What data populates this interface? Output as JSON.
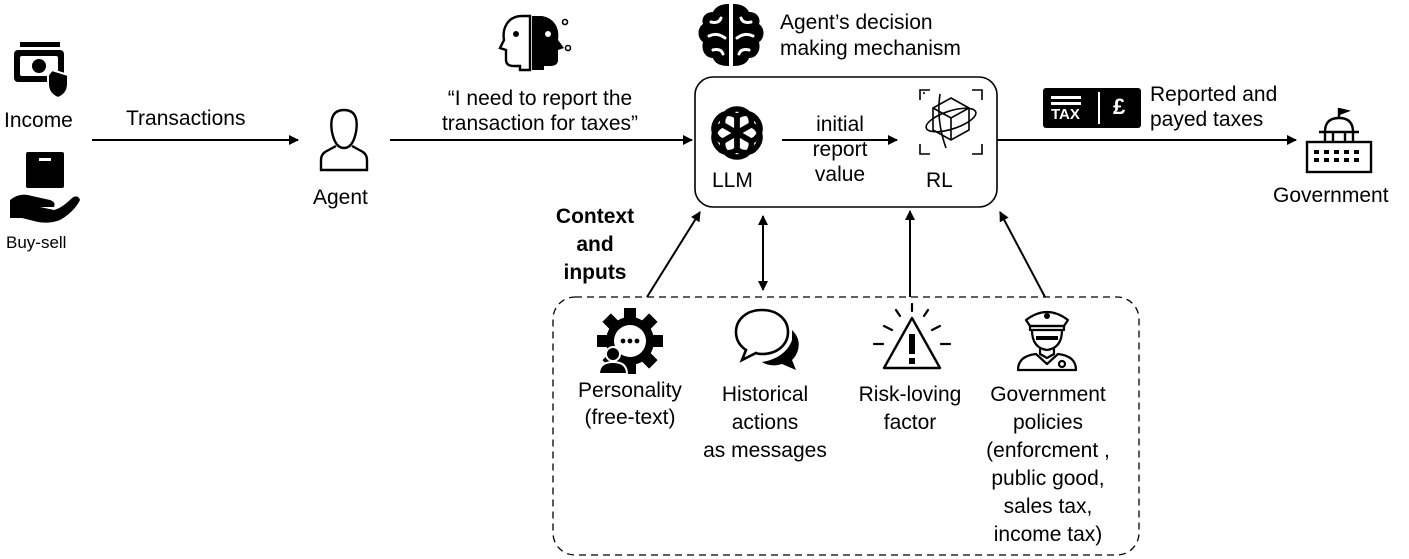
{
  "left": {
    "income_label": "Income",
    "buysell_label": "Buy-sell",
    "transactions_label": "Transactions"
  },
  "agent": {
    "label": "Agent",
    "quote_line1": "“I need to report the",
    "quote_line2": "transaction for taxes”"
  },
  "mechanism": {
    "title_line1": "Agent’s decision",
    "title_line2": "making mechanism",
    "llm_label": "LLM",
    "rl_label": "RL",
    "middle_line1": "initial",
    "middle_line2": "report",
    "middle_line3": "value"
  },
  "output": {
    "tax_badge_text": "TAX",
    "currency_symbol": "£",
    "reported_line1": "Reported and",
    "reported_line2": "payed taxes",
    "government_label": "Government"
  },
  "context": {
    "title_line1": "Context",
    "title_line2": "and",
    "title_line3": "inputs",
    "items": [
      {
        "lines": [
          "Personality",
          "(free-text)"
        ]
      },
      {
        "lines": [
          "Historical",
          "actions",
          "as messages"
        ]
      },
      {
        "lines": [
          "Risk-loving",
          "factor"
        ]
      },
      {
        "lines": [
          "Government",
          "policies",
          "(enforcment ,",
          "public good,",
          "sales tax,",
          "income tax)"
        ]
      }
    ]
  },
  "colors": {
    "stroke": "#000000",
    "background": "#ffffff"
  }
}
